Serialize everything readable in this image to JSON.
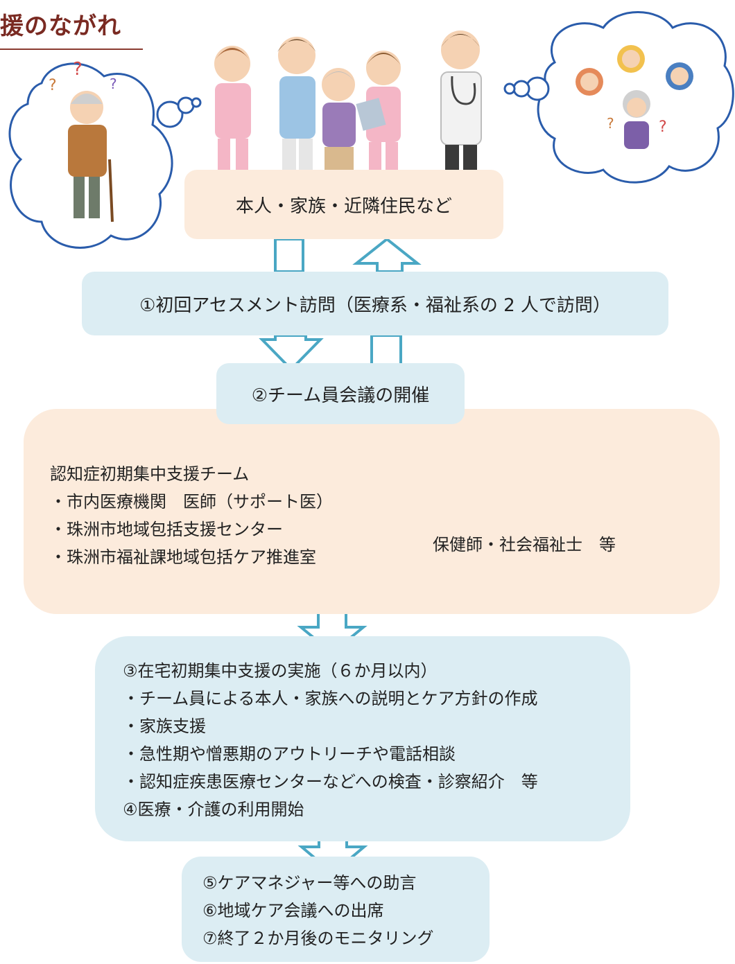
{
  "title": "援のながれ",
  "top_box": "本人・家族・近隣住民など",
  "step1": "①初回アセスメント訪問（医療系・福祉系の 2 人で訪問）",
  "step2": "②チーム員会議の開催",
  "team": {
    "heading": "認知症初期集中支援チーム",
    "members": [
      "・市内医療機関　医師（サポート医）",
      "・珠洲市地域包括支援センター",
      "・珠洲市福祉課地域包括ケア推進室"
    ],
    "staff": "保健師・社会福祉士　等"
  },
  "step3": {
    "lines": [
      "③在宅初期集中支援の実施（６か月以内）",
      "・チーム員による本人・家族への説明とケア方針の作成",
      "・家族支援",
      "・急性期や憎悪期のアウトリーチや電話相談",
      "・認知症疾患医療センターなどへの検査・診察紹介　等",
      "④医療・介護の利用開始"
    ]
  },
  "step5": {
    "lines": [
      "⑤ケアマネジャー等への助言",
      "⑥地域ケア会議への出席",
      "⑦終了２か月後のモニタリング"
    ]
  },
  "colors": {
    "title": "#7a2a22",
    "peach_box": "#fcebdc",
    "blue_box": "#dcedf3",
    "arrow": "#4aa7c4",
    "cloud": "#2a5cab",
    "bracket": "#c0504d"
  }
}
